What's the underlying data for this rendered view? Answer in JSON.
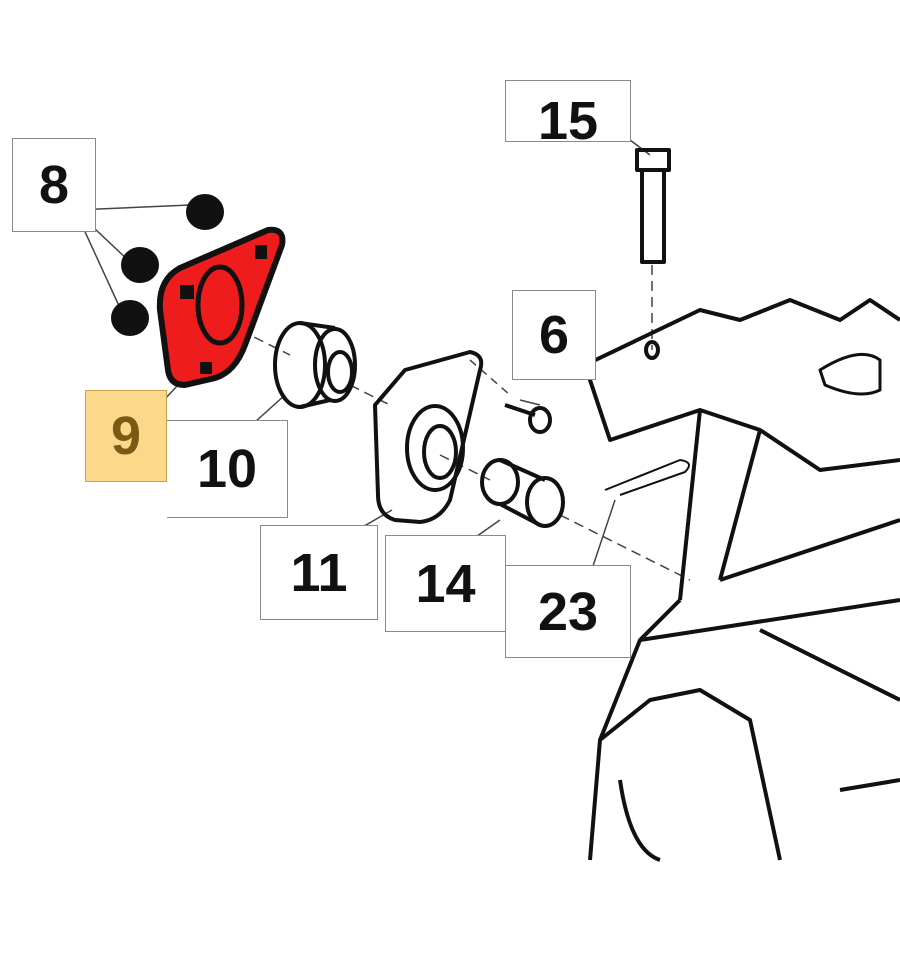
{
  "diagram": {
    "highlight_color": "#fcd88a",
    "part_color": "#ee1c1c",
    "labels": {
      "p15": "15",
      "p8": "8",
      "p9": "9",
      "p10": "10",
      "p6": "6",
      "p11": "11",
      "p14": "14",
      "p23": "23"
    },
    "highlighted_part": "9"
  }
}
